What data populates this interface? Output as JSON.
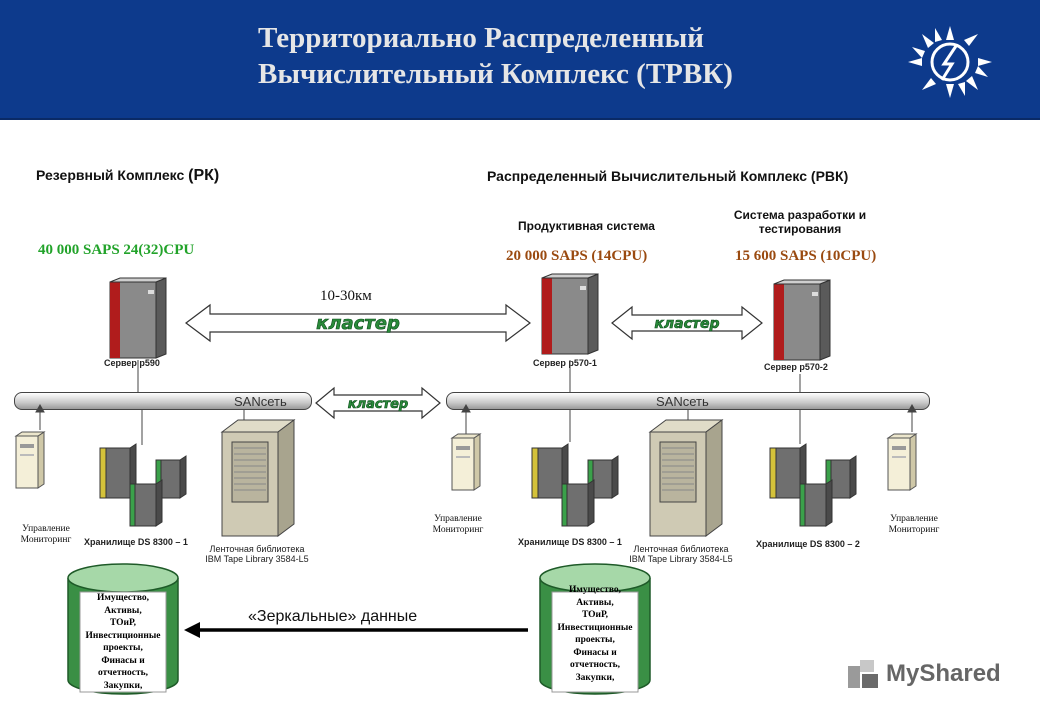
{
  "header": {
    "title_line1": "Территориально Распределенный",
    "title_line2": "Вычислительный Комплекс (ТРВК)"
  },
  "rk": {
    "title_prefix": "Резервный Комплекс",
    "title_abbr": "(РК)",
    "saps": "40 000 SAPS 24(32)CPU",
    "server": "Сервер p590",
    "san": "SANсеть",
    "mgmt_line1": "Управление",
    "mgmt_line2": "Мониторинг",
    "storage": "Хранилище DS 8300 – 1",
    "tape_line1": "Ленточная библиотека",
    "tape_line2": "IBM Tape Library 3584-L5"
  },
  "rvk": {
    "title": "Распределенный Вычислительный Комплекс (РВК)",
    "prod_system": "Продуктивная система",
    "dev_system_line1": "Система разработки и",
    "dev_system_line2": "тестирования",
    "prod_saps": "20 000 SAPS (14CPU)",
    "dev_saps": "15 600 SAPS (10CPU)",
    "server1": "Сервер p570-1",
    "server2": "Сервер p570-2",
    "san": "SANсеть",
    "mgmt_line1": "Управление",
    "mgmt_line2": "Мониторинг",
    "storage1": "Хранилище DS 8300 – 1",
    "storage2": "Хранилище DS 8300 – 2",
    "tape_line1": "Ленточная библиотека",
    "tape_line2": "IBM Tape Library 3584-L5",
    "mgmt_right_line1": "Управление",
    "mgmt_right_line2": "Мониторинг"
  },
  "links": {
    "distance": "10-30км",
    "cluster_main": "кластер",
    "cluster_rvk": "кластер",
    "cluster_san": "кластер"
  },
  "db": {
    "left_text": "Имущество,\nАктивы,\nТОиР,\nИнвестиционные\nпроекты,\nФинасы и\nотчетность,\nЗакупки,",
    "right_text": "Имущество,\nАктивы,\nТОиР,\nИнвестиционные\nпроекты,\nФинасы и\nотчетность,\nЗакупки,",
    "mirror_label": "«Зеркальные» данные"
  },
  "watermark": "MyShared",
  "colors": {
    "header_bg": "#0d3a8c",
    "saps_green": "#22a32a",
    "saps_brown": "#9a4a10",
    "cluster_green": "#2a8a3a",
    "db_green": "#2e8b3e"
  }
}
